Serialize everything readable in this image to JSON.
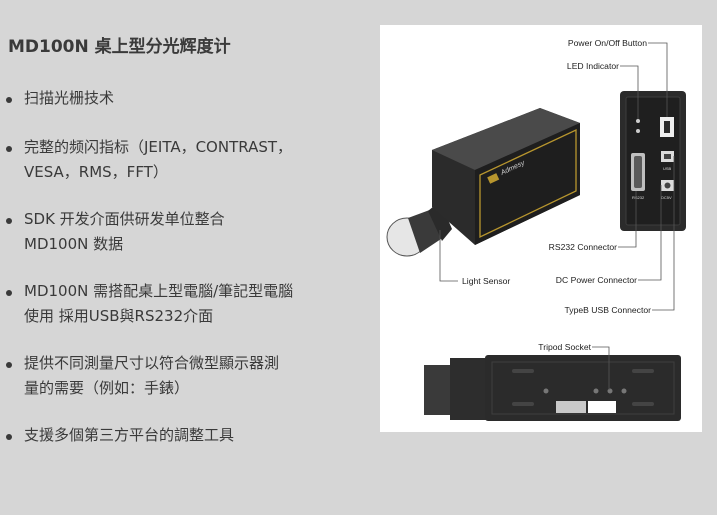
{
  "title": "MD100N 桌上型分光辉度计",
  "features": [
    "扫描光栅技术",
    "完整的频闪指标（JEITA，CONTRAST，",
    "VESA，RMS，FFT）",
    "SDK 开发介面供研发单位整合",
    "MD100N 数据",
    "MD100N 需搭配桌上型電腦/筆記型電腦",
    "使用 採用USB與RS232介面",
    "提供不同測量尺寸以符合微型顯示器測",
    "量的需要（例如：手錶）",
    "支援多個第三方平台的調整工具"
  ],
  "diagram": {
    "labels": {
      "power_button": "Power On/Off Button",
      "led_indicator": "LED Indicator",
      "rs232": "RS232 Connector",
      "light_sensor": "Light Sensor",
      "dc_power": "DC Power Connector",
      "usb": "TypeB USB Connector",
      "tripod": "Tripod Socket"
    },
    "device_text": {
      "brand": "Admesy",
      "usb_port": "USB",
      "dc_port": "DC5V",
      "rs232_port": "RS232"
    }
  },
  "colors": {
    "background": "#d6d6d6",
    "panel": "#ffffff",
    "device_body": "#2b2b2b",
    "device_accent": "#b8962e"
  }
}
